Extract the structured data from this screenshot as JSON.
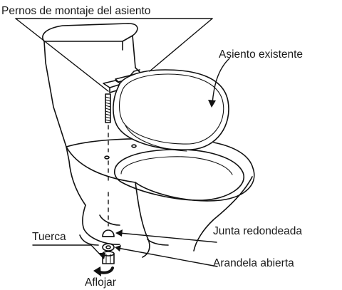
{
  "labels": {
    "bolts": "Pernos de montaje del asiento",
    "seat": "Asiento existente",
    "gasket": "Junta redondeada",
    "nut": "Tuerca",
    "washer": "Arandela abierta",
    "loosen": "Aflojar"
  }
}
